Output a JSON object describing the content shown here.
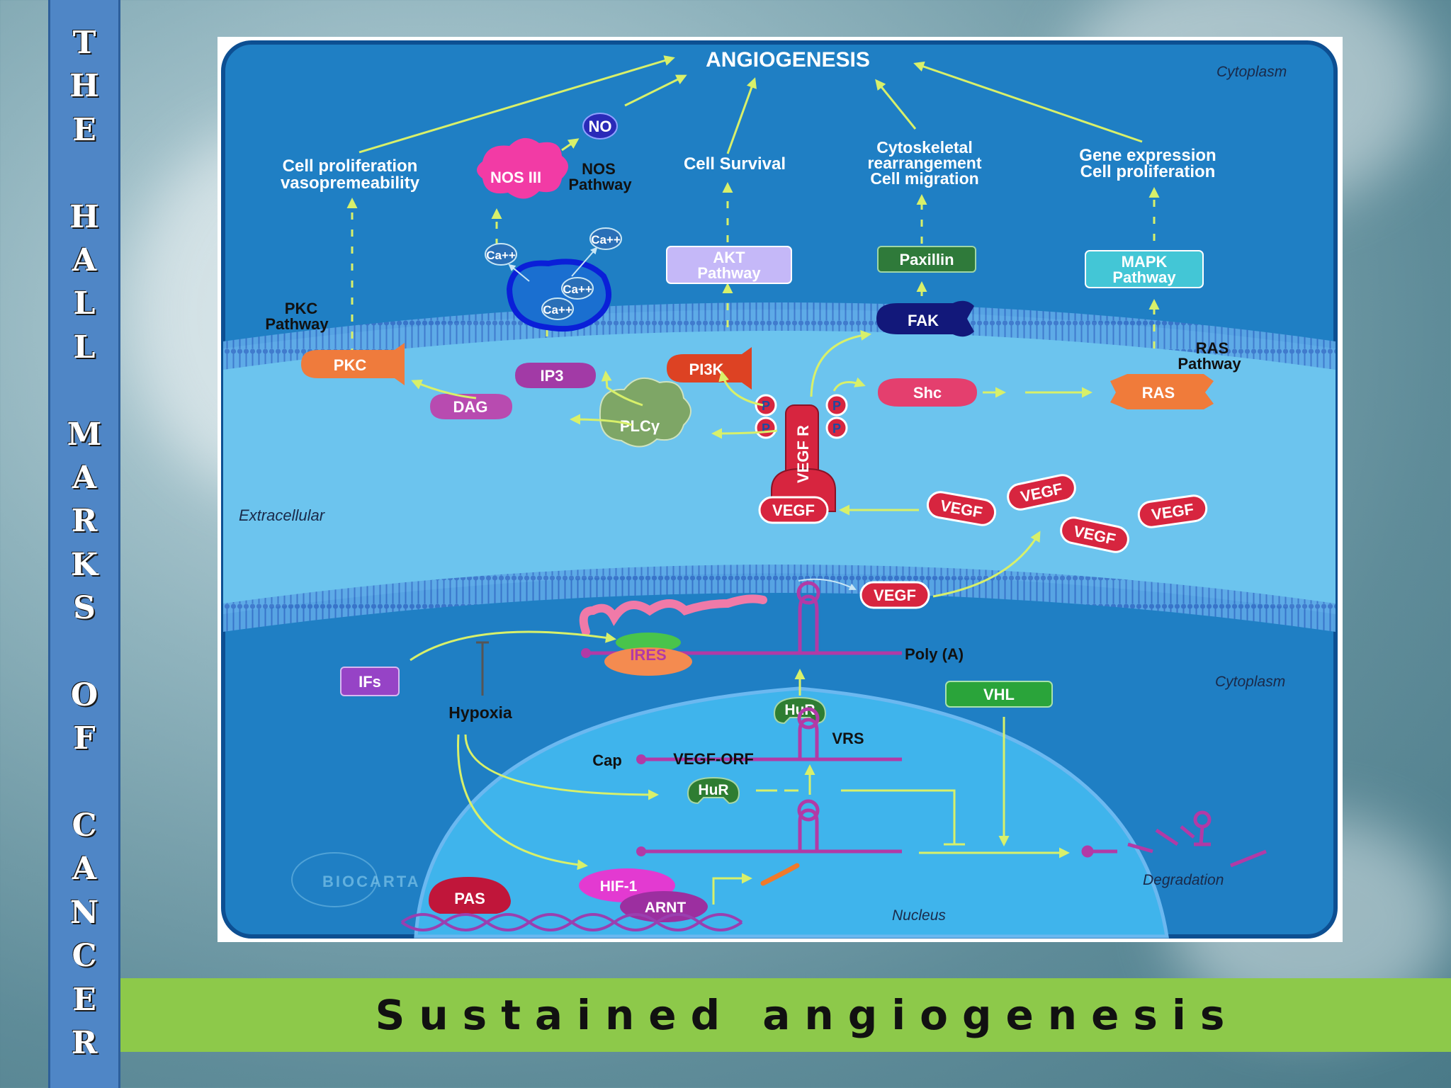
{
  "sidebar": {
    "title": "THE HALL MARKS OF CANCER"
  },
  "banner": {
    "title": "Sustained angiogenesis"
  },
  "diagram": {
    "outcome": "ANGIOGENESIS",
    "regions": {
      "cytoplasm_top": "Cytoplasm",
      "extracellular": "Extracellular",
      "cytoplasm_bottom": "Cytoplasm",
      "nucleus": "Nucleus",
      "degradation": "Degradation",
      "watermark": "BIOCARTA"
    },
    "effects": {
      "proliferation": [
        "Cell proliferation",
        "vasopremeability"
      ],
      "survival": "Cell Survival",
      "cytoskeletal": [
        "Cytoskeletal",
        "rearrangement",
        "Cell migration"
      ],
      "gene": [
        "Gene expression",
        "Cell proliferation"
      ]
    },
    "pathways": {
      "pkc": [
        "PKC",
        "Pathway"
      ],
      "nos": [
        "NOS",
        "Pathway"
      ],
      "ras": [
        "RAS",
        "Pathway"
      ],
      "akt": [
        "AKT",
        "Pathway"
      ],
      "mapk": [
        "MAPK",
        "Pathway"
      ]
    },
    "nodes": {
      "no": "NO",
      "nos3": "NOS III",
      "ca": "Ca++",
      "pkc": "PKC",
      "ip3": "IP3",
      "dag": "DAG",
      "plc": "PLCγ",
      "pi3k": "PI3K",
      "paxillin": "Paxillin",
      "fak": "FAK",
      "shc": "Shc",
      "ras": "RAS",
      "p": "P",
      "vegfr": "VEGF R",
      "vegf": "VEGF",
      "ires": "IRES",
      "polya": "Poly (A)",
      "ifs": "IFs",
      "hypoxia": "Hypoxia",
      "hur": "HuR",
      "vrs": "VRS",
      "cap": "Cap",
      "vegf_orf": "VEGF-ORF",
      "vhl": "VHL",
      "pas": "PAS",
      "hif": "HIF-1",
      "arnt": "ARNT"
    }
  },
  "colors": {
    "cell_blue": "#1f7fc4",
    "extracellular_blue": "#6cc4ee",
    "nucleus_blue": "#3fb4ec",
    "arrow": "#d8f06a",
    "vegf_red": "#d7253f",
    "banner_green": "#8dc94a",
    "sidebar_blue": "#4f86c6"
  }
}
